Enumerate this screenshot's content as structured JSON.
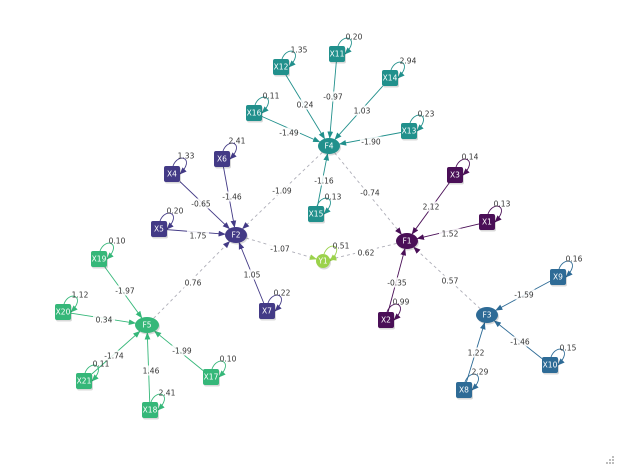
{
  "colors": {
    "F1": "#4a0f57",
    "F2": "#433a86",
    "F3": "#2e6b96",
    "F4": "#21908c",
    "F5": "#35b779",
    "Y1": "#9bd24b",
    "background": "#ffffff",
    "edge_label": "#333333",
    "node_text": "#ffffff"
  },
  "nodes": [
    {
      "id": "F4",
      "label": "F4",
      "kind": "latent",
      "group": "F4"
    },
    {
      "id": "F2",
      "label": "F2",
      "kind": "latent",
      "group": "F2"
    },
    {
      "id": "F1",
      "label": "F1",
      "kind": "latent",
      "group": "F1"
    },
    {
      "id": "F3",
      "label": "F3",
      "kind": "latent",
      "group": "F3"
    },
    {
      "id": "F5",
      "label": "F5",
      "kind": "latent",
      "group": "F5"
    },
    {
      "id": "Y1",
      "label": "Y1",
      "kind": "latent",
      "group": "Y1"
    },
    {
      "id": "X11",
      "label": "X11",
      "kind": "observed",
      "group": "F4"
    },
    {
      "id": "X12",
      "label": "X12",
      "kind": "observed",
      "group": "F4"
    },
    {
      "id": "X14",
      "label": "X14",
      "kind": "observed",
      "group": "F4"
    },
    {
      "id": "X16",
      "label": "X16",
      "kind": "observed",
      "group": "F4"
    },
    {
      "id": "X13",
      "label": "X13",
      "kind": "observed",
      "group": "F4"
    },
    {
      "id": "X15",
      "label": "X15",
      "kind": "observed",
      "group": "F4"
    },
    {
      "id": "X6",
      "label": "X6",
      "kind": "observed",
      "group": "F2"
    },
    {
      "id": "X4",
      "label": "X4",
      "kind": "observed",
      "group": "F2"
    },
    {
      "id": "X5",
      "label": "X5",
      "kind": "observed",
      "group": "F2"
    },
    {
      "id": "X7",
      "label": "X7",
      "kind": "observed",
      "group": "F2"
    },
    {
      "id": "X3",
      "label": "X3",
      "kind": "observed",
      "group": "F1"
    },
    {
      "id": "X1",
      "label": "X1",
      "kind": "observed",
      "group": "F1"
    },
    {
      "id": "X2",
      "label": "X2",
      "kind": "observed",
      "group": "F1"
    },
    {
      "id": "X9",
      "label": "X9",
      "kind": "observed",
      "group": "F3"
    },
    {
      "id": "X10",
      "label": "X10",
      "kind": "observed",
      "group": "F3"
    },
    {
      "id": "X8",
      "label": "X8",
      "kind": "observed",
      "group": "F3"
    },
    {
      "id": "X19",
      "label": "X19",
      "kind": "observed",
      "group": "F5"
    },
    {
      "id": "X20",
      "label": "X20",
      "kind": "observed",
      "group": "F5"
    },
    {
      "id": "X21",
      "label": "X21",
      "kind": "observed",
      "group": "F5"
    },
    {
      "id": "X17",
      "label": "X17",
      "kind": "observed",
      "group": "F5"
    },
    {
      "id": "X18",
      "label": "X18",
      "kind": "observed",
      "group": "F5"
    }
  ],
  "edges": [
    {
      "from": "X12",
      "to": "F4",
      "label": "0.24",
      "style": "solid"
    },
    {
      "from": "X11",
      "to": "F4",
      "label": "-0.97",
      "style": "solid"
    },
    {
      "from": "X14",
      "to": "F4",
      "label": "1.03",
      "style": "solid"
    },
    {
      "from": "X16",
      "to": "F4",
      "label": "-1.49",
      "style": "solid"
    },
    {
      "from": "X13",
      "to": "F4",
      "label": "-1.90",
      "style": "solid"
    },
    {
      "from": "X15",
      "to": "F4",
      "label": "-1.16",
      "style": "solid"
    },
    {
      "from": "X6",
      "to": "F2",
      "label": "-1.46",
      "style": "solid"
    },
    {
      "from": "X4",
      "to": "F2",
      "label": "-0.65",
      "style": "solid"
    },
    {
      "from": "X5",
      "to": "F2",
      "label": "1.75",
      "style": "solid"
    },
    {
      "from": "X7",
      "to": "F2",
      "label": "1.05",
      "style": "solid"
    },
    {
      "from": "X3",
      "to": "F1",
      "label": "2.12",
      "style": "solid"
    },
    {
      "from": "X1",
      "to": "F1",
      "label": "1.52",
      "style": "solid"
    },
    {
      "from": "X2",
      "to": "F1",
      "label": "-0.35",
      "style": "solid"
    },
    {
      "from": "X9",
      "to": "F3",
      "label": "-1.59",
      "style": "solid"
    },
    {
      "from": "X10",
      "to": "F3",
      "label": "-1.46",
      "style": "solid"
    },
    {
      "from": "X8",
      "to": "F3",
      "label": "1.22",
      "style": "solid"
    },
    {
      "from": "X19",
      "to": "F5",
      "label": "-1.97",
      "style": "solid"
    },
    {
      "from": "X20",
      "to": "F5",
      "label": "0.34",
      "style": "solid"
    },
    {
      "from": "X21",
      "to": "F5",
      "label": "-1.74",
      "style": "solid"
    },
    {
      "from": "X17",
      "to": "F5",
      "label": "-1.99",
      "style": "solid"
    },
    {
      "from": "X18",
      "to": "F5",
      "label": "1.46",
      "style": "solid"
    },
    {
      "from": "F4",
      "to": "F2",
      "label": "-1.09",
      "style": "dashed"
    },
    {
      "from": "F4",
      "to": "F1",
      "label": "-0.74",
      "style": "dashed"
    },
    {
      "from": "F2",
      "to": "Y1",
      "label": "-1.07",
      "style": "dashed"
    },
    {
      "from": "F1",
      "to": "Y1",
      "label": "0.62",
      "style": "dashed"
    },
    {
      "from": "F3",
      "to": "F1",
      "label": "0.57",
      "style": "dashed"
    },
    {
      "from": "F5",
      "to": "F2",
      "label": "0.76",
      "style": "dashed"
    }
  ],
  "self_loops": [
    {
      "node": "X11",
      "label": "0.20"
    },
    {
      "node": "X12",
      "label": "1.35"
    },
    {
      "node": "X14",
      "label": "2.94"
    },
    {
      "node": "X16",
      "label": "0.11"
    },
    {
      "node": "X13",
      "label": "0.23"
    },
    {
      "node": "X15",
      "label": "0.13"
    },
    {
      "node": "X6",
      "label": "2.41"
    },
    {
      "node": "X4",
      "label": "1.33"
    },
    {
      "node": "X5",
      "label": "0.20"
    },
    {
      "node": "X7",
      "label": "0.22"
    },
    {
      "node": "X3",
      "label": "0.14"
    },
    {
      "node": "X1",
      "label": "0.13"
    },
    {
      "node": "X2",
      "label": "0.99"
    },
    {
      "node": "X9",
      "label": "0.16"
    },
    {
      "node": "X10",
      "label": "0.15"
    },
    {
      "node": "X8",
      "label": "2.29"
    },
    {
      "node": "X19",
      "label": "0.10"
    },
    {
      "node": "X20",
      "label": "1.12"
    },
    {
      "node": "X21",
      "label": "0.11"
    },
    {
      "node": "X17",
      "label": "0.10"
    },
    {
      "node": "X18",
      "label": "2.41"
    },
    {
      "node": "Y1",
      "label": "0.51"
    }
  ]
}
